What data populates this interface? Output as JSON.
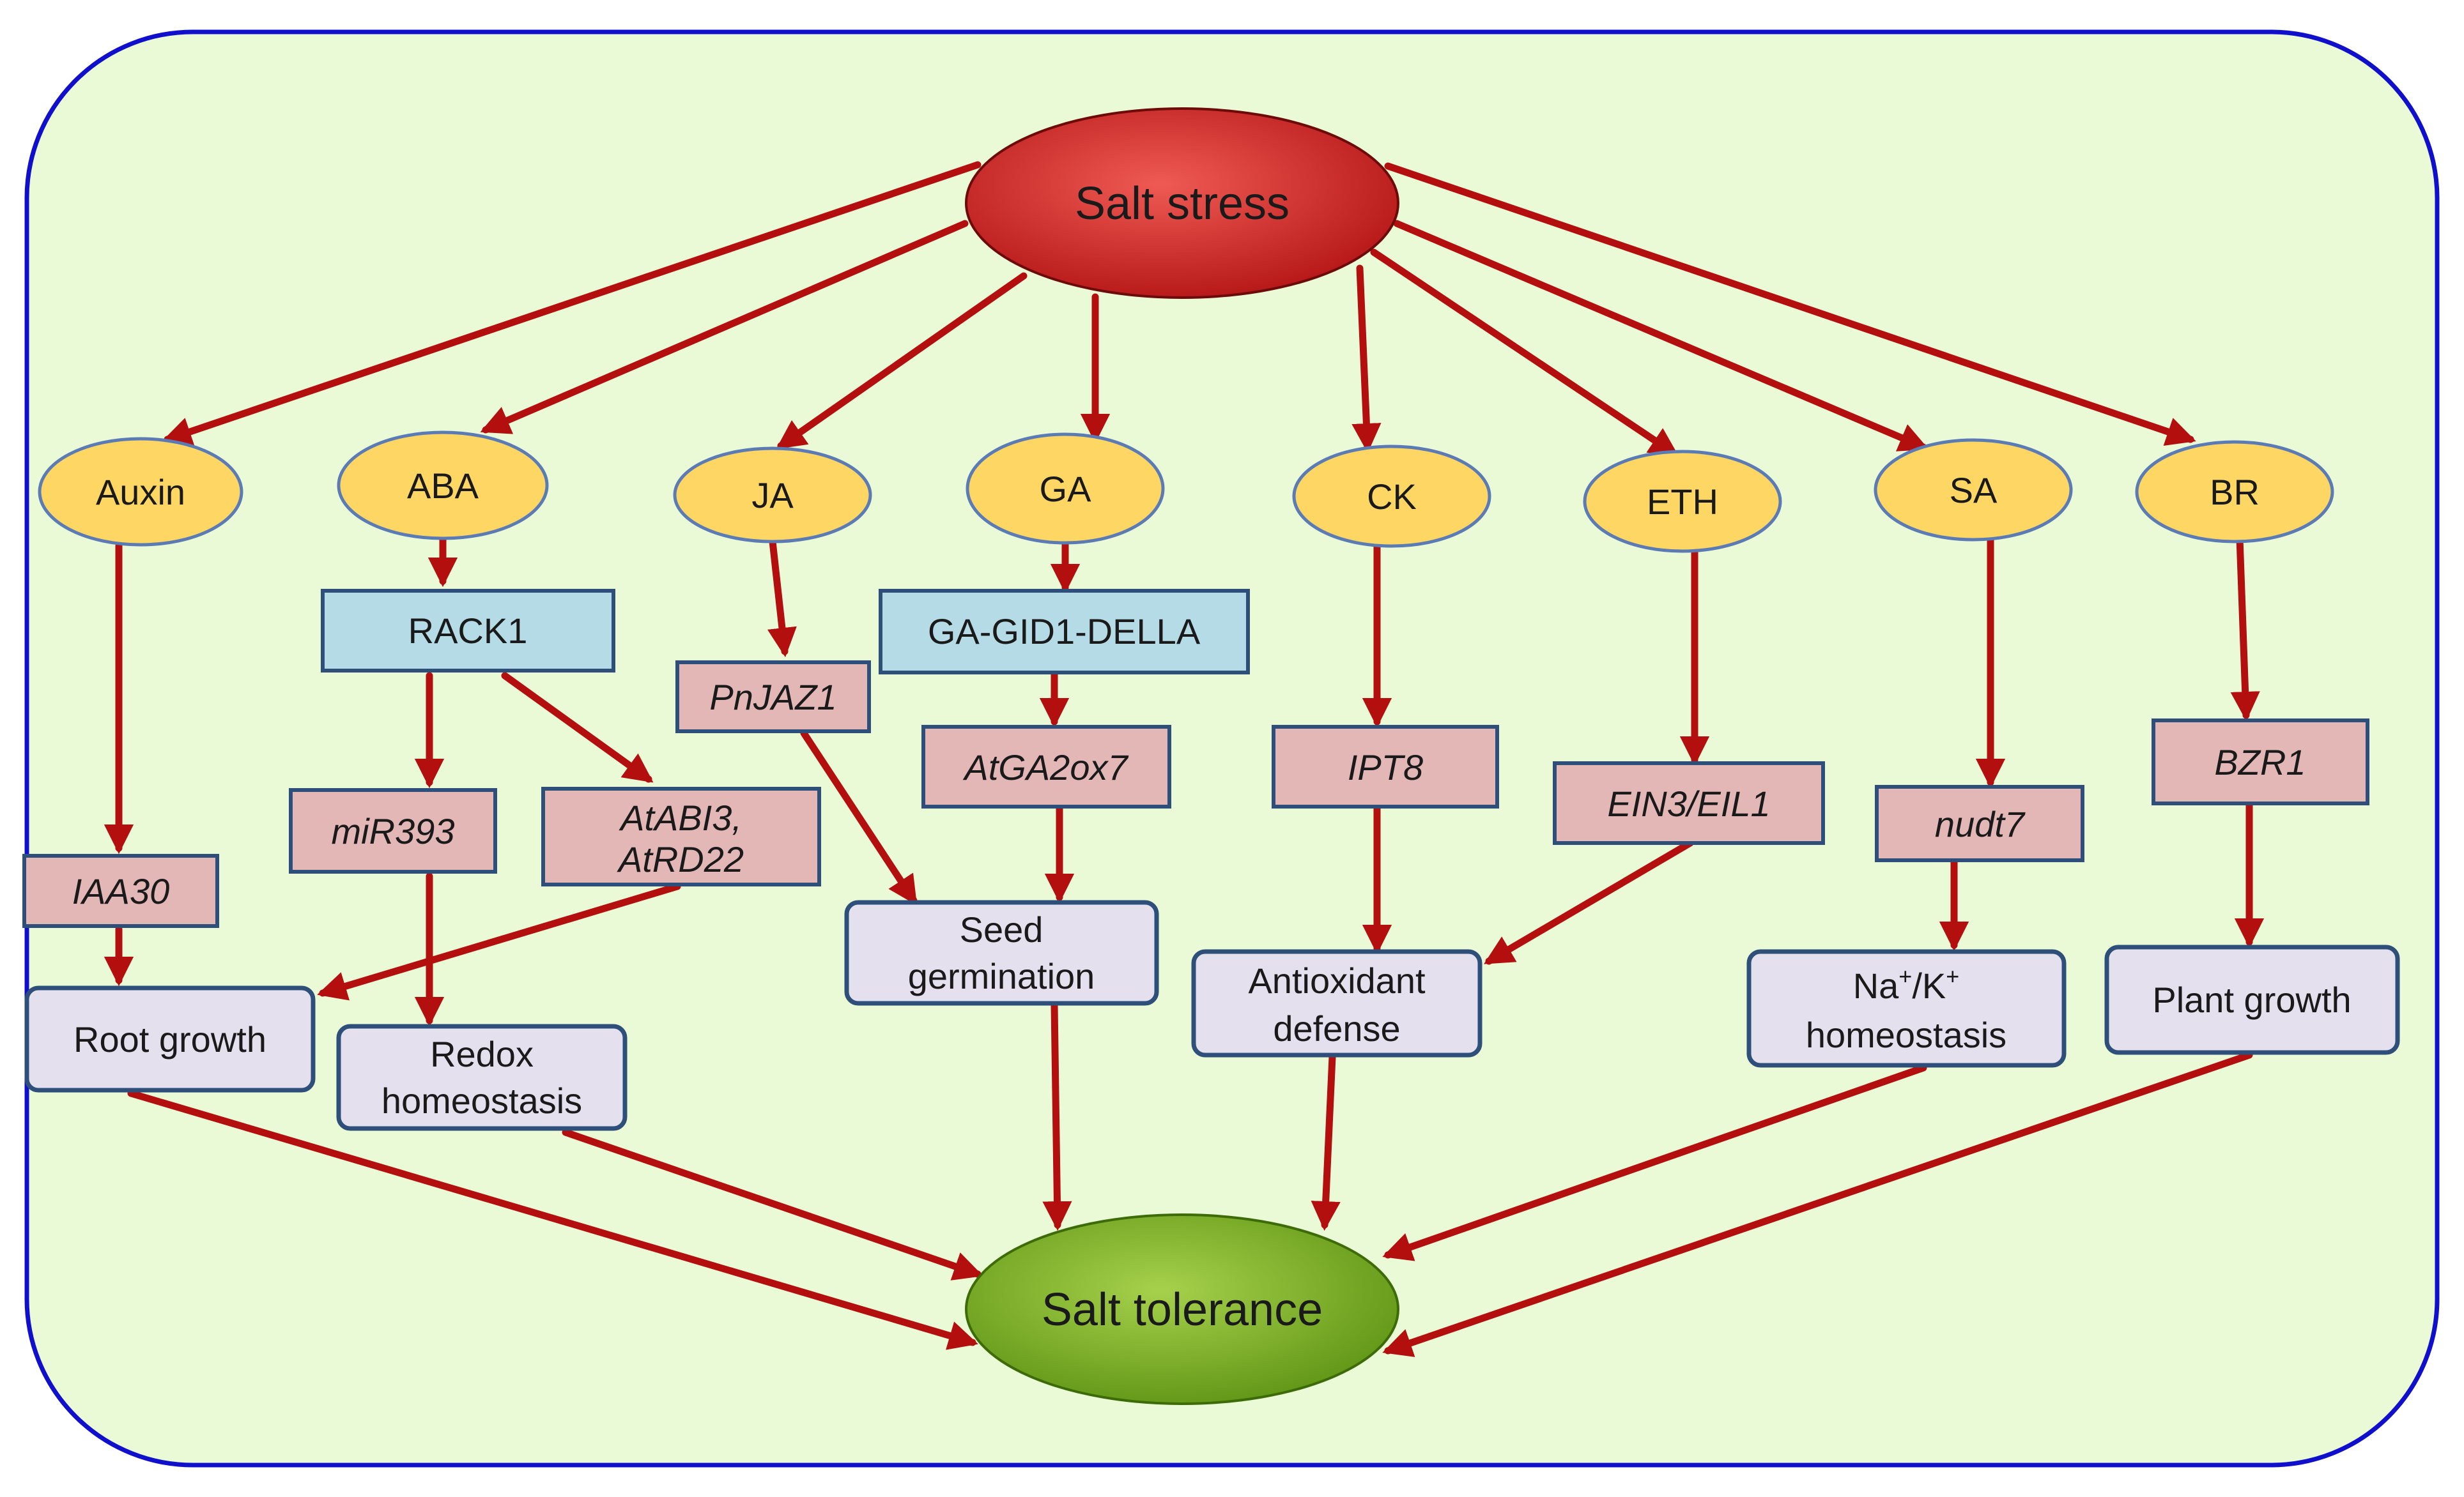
{
  "colors": {
    "background": "#ebfad6",
    "border": "#1010cc",
    "arrow": "#b40f0f",
    "stress_fill": "#c91f24",
    "tolerance_fill": "#7fb11f",
    "hormone_fill": "#fdd663",
    "hormone_stroke": "#5b7bb5",
    "blue_box_fill": "#b4dbe6",
    "gene_box_fill": "#e4b7b7",
    "outcome_box_fill": "#e4e0ee",
    "box_stroke": "#2e4f7a"
  },
  "nodes": {
    "salt_stress": "Salt stress",
    "salt_tolerance": "Salt tolerance",
    "auxin": "Auxin",
    "aba": "ABA",
    "ja": "JA",
    "ga": "GA",
    "ck": "CK",
    "eth": "ETH",
    "sa": "SA",
    "br": "BR",
    "rack1": "RACK1",
    "ga_gid1_della": "GA-GID1-DELLA",
    "pnjaz1": "PnJAZ1",
    "atga2ox7": "AtGA2ox7",
    "ipt8": "IPT8",
    "ein3_eil1": "EIN3/EIL1",
    "bzr1": "BZR1",
    "nudt7": "nudt7",
    "mir393": "miR393",
    "atabi3_line1": "AtABI3,",
    "atabi3_line2": "AtRD22",
    "iaa30": "IAA30",
    "root_growth": "Root growth",
    "redox_line1": "Redox",
    "redox_line2": "homeostasis",
    "seed_line1": "Seed",
    "seed_line2": "germination",
    "antiox_line1": "Antioxidant",
    "antiox_line2": "defense",
    "nak_na": "Na",
    "nak_sup1": "+",
    "nak_slash": "/K",
    "nak_sup2": "+",
    "nak_line2": "homeostasis",
    "plant_growth": "Plant growth"
  }
}
